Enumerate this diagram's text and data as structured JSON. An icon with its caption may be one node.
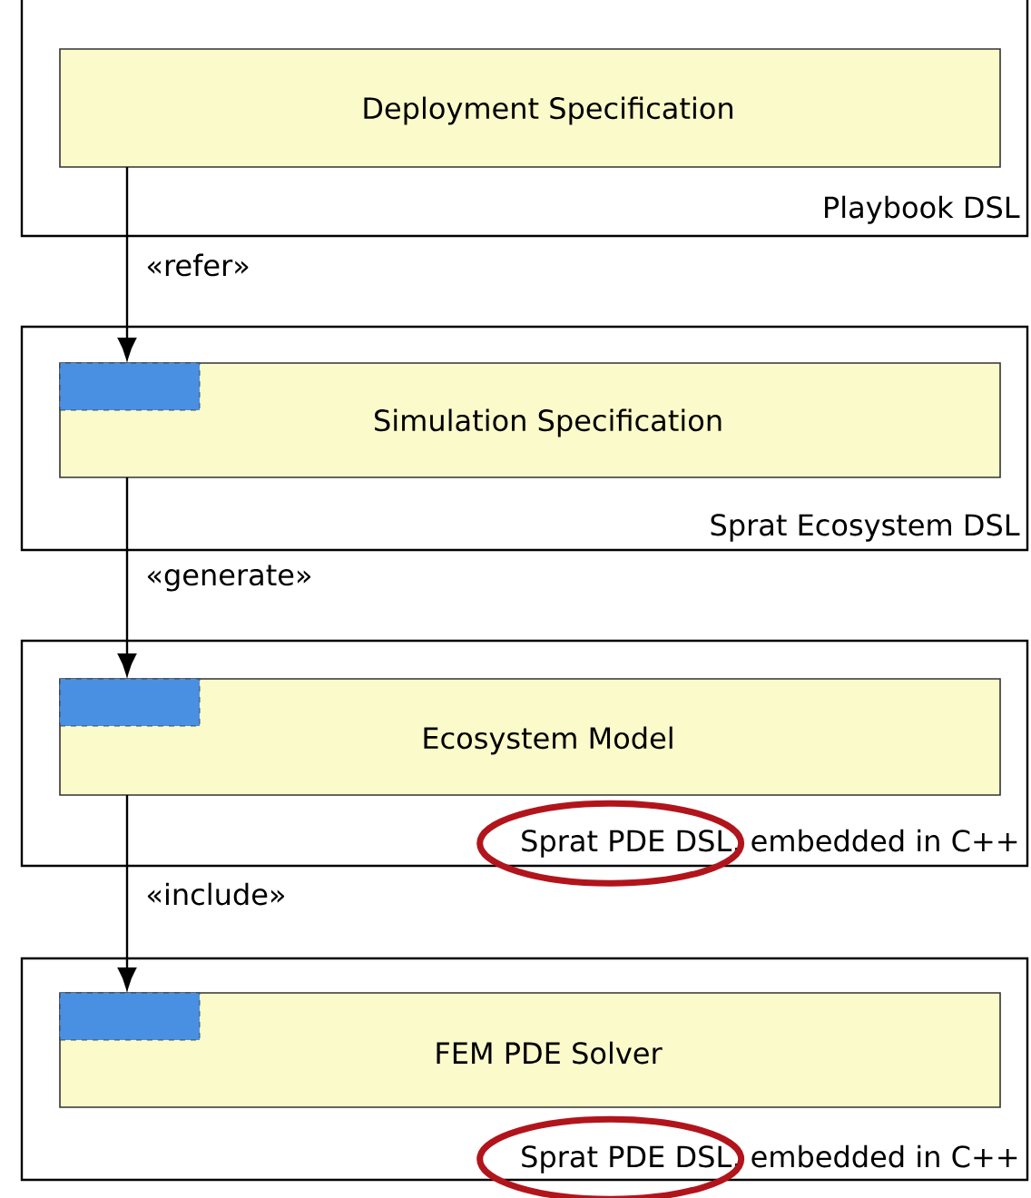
{
  "diagram": {
    "nodes": [
      {
        "text": [
          "Playbook DSL"
        ]
      },
      {
        "text": [
          "Deployment Specification"
        ],
        "in": 0
      },
      {
        "text": [
          "Sprat Ecosystem DSL"
        ]
      },
      {
        "text": [
          "Simulation Specification"
        ],
        "in": 2
      },
      {
        "text": [],
        "shape": "box",
        "in": 3
      },
      {
        "text": [
          "Sprat PDE DSL, embedded in C++"
        ]
      },
      {
        "text": [
          "Ecosystem Model"
        ],
        "in": 5
      },
      {
        "text": [],
        "shape": "box",
        "in": 6
      },
      {
        "text": [
          "Sprat PDE DSL, embedded in C++"
        ]
      },
      {
        "text": [
          "FEM PDE Solver"
        ],
        "in": 8
      },
      {
        "text": [],
        "shape": "box",
        "in": 9
      }
    ],
    "edges": [
      {
        "from": 1,
        "to": 3,
        "arrow": "to",
        "label": "«refer»"
      },
      {
        "from": 3,
        "to": 6,
        "arrow": "to",
        "label": "«generate»"
      },
      {
        "from": 6,
        "to": 9,
        "arrow": "to",
        "label": "«include»"
      }
    ]
  }
}
